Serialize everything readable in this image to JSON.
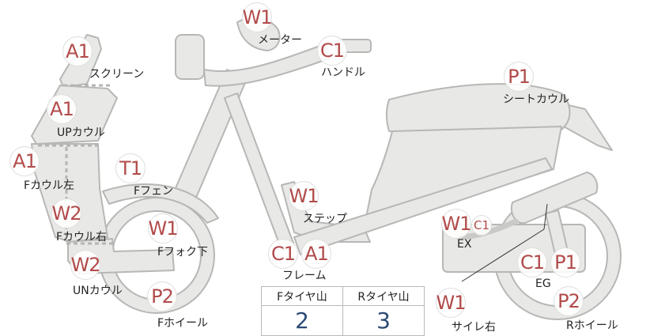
{
  "colors": {
    "part_fill": "#e8e8e6",
    "part_stroke": "#b7b7b5",
    "code_text": "#b24b4b",
    "value_text": "#2c4a76",
    "dashed_line": "#b5b5b5"
  },
  "parts": [
    {
      "id": "screen",
      "code": "A1",
      "label": "スクリーン"
    },
    {
      "id": "up-cowl",
      "code": "A1",
      "label": "UPカウル"
    },
    {
      "id": "f-cowl-left",
      "code": "A1",
      "label": "Fカウル左"
    },
    {
      "id": "f-cowl-right",
      "code": "W2",
      "label": "Fカウル右"
    },
    {
      "id": "un-cowl",
      "code": "W2",
      "label": "UNカウル"
    },
    {
      "id": "f-wheel",
      "code": "P2",
      "label": "Fホイール"
    },
    {
      "id": "f-fork-lower",
      "code": "W1",
      "label": "Fフォク下"
    },
    {
      "id": "f-fender",
      "code": "T1",
      "label": "Fフェン"
    },
    {
      "id": "meter",
      "code": "W1",
      "label": "メーター"
    },
    {
      "id": "handle",
      "code": "C1",
      "label": "ハンドル"
    },
    {
      "id": "seat-cowl",
      "code": "P1",
      "label": "シートカウル"
    },
    {
      "id": "step",
      "code": "W1",
      "label": "ステップ"
    },
    {
      "id": "frame",
      "codes": [
        "C1",
        "A1"
      ],
      "label": "フレーム"
    },
    {
      "id": "exhaust",
      "codes": [
        "W1",
        "C1"
      ],
      "label": "EX"
    },
    {
      "id": "engine",
      "codes": [
        "C1",
        "P1"
      ],
      "label": "EG"
    },
    {
      "id": "r-wheel",
      "code": "P2",
      "label": "Rホイール"
    },
    {
      "id": "muffler-right",
      "code": "W1",
      "label": "サイレ右"
    }
  ],
  "tread_table": {
    "headers": [
      "Fタイヤ山",
      "Rタイヤ山"
    ],
    "values": [
      "2",
      "3"
    ]
  }
}
